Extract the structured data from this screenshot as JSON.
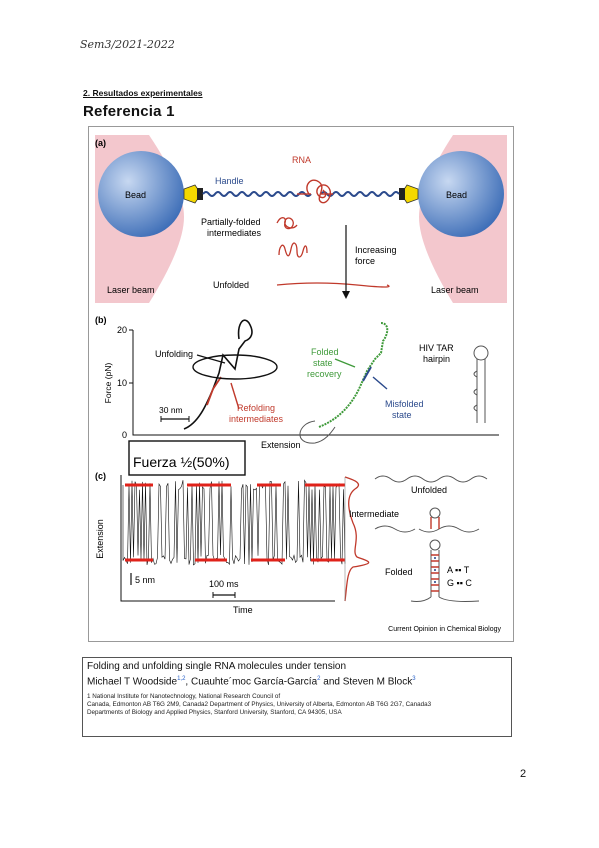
{
  "header": {
    "handwritten": "Sem3/2021-2022"
  },
  "section": {
    "title": "2. Resultados experimentales"
  },
  "reference": {
    "title": "Referencia 1"
  },
  "figure": {
    "panel_a": {
      "label": "(a)",
      "bead_left": "Bead",
      "bead_right": "Bead",
      "handle": "Handle",
      "rna": "RNA",
      "partially_1": "Partially-folded",
      "partially_2": "intermediates",
      "unfolded": "Unfolded",
      "increasing_1": "Increasing",
      "increasing_2": "force",
      "laser_left": "Laser beam",
      "laser_right": "Laser beam"
    },
    "panel_b": {
      "label": "(b)",
      "y_axis": "Force (pN)",
      "tick_20": "20",
      "tick_10": "10",
      "tick_0": "0",
      "unfolding": "Unfolding",
      "refolding_1": "Refolding",
      "refolding_2": "intermediates",
      "scale": "30 nm",
      "folded_1": "Folded",
      "folded_2": "state",
      "folded_3": "recovery",
      "misfolded_1": "Misfolded",
      "misfolded_2": "state",
      "hiv_1": "HIV TAR",
      "hiv_2": "hairpin",
      "x_axis": "Extension"
    },
    "panel_c": {
      "label": "(c)",
      "annotation": "Fuerza ½(50%)",
      "y_axis": "Extension",
      "scale_v": "5 nm",
      "scale_h": "100 ms",
      "x_axis": "Time",
      "unfolded": "Unfolded",
      "intermediate": "Intermediate",
      "folded": "Folded",
      "legend_at": "A ▪▪ T",
      "legend_gc": "G ▪▪ C"
    },
    "source": "Current Opinion in Chemical Biology"
  },
  "citation": {
    "title": "Folding and unfolding single RNA molecules under tension",
    "author1": "Michael T Woodside",
    "sup1": "1,2",
    "sep1": ", ",
    "author2": "Cuauhte´moc García-García",
    "sup2": "2",
    "sep2": " and ",
    "author3": "Steven M Block",
    "sup3": "3",
    "aff1": "1 National Institute for Nanotechnology, National Research Council of",
    "aff2": "Canada, Edmonton AB T6G 2M9, Canada2 Department of Physics, University of Alberta, Edmonton AB T6G 2G7, Canada3",
    "aff3": "Departments of Biology and Applied Physics, Stanford University, Stanford, CA 94305, USA"
  },
  "page_number": "2"
}
